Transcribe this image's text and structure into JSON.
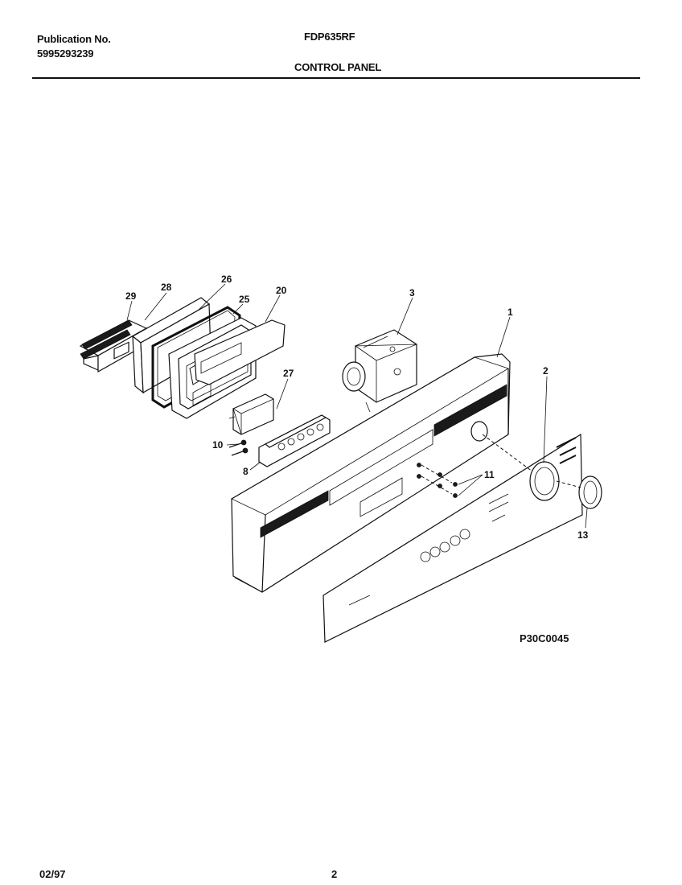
{
  "header": {
    "publication_label": "Publication No.",
    "publication_number": "5995293239",
    "model": "FDP635RF",
    "section_title": "CONTROL PANEL"
  },
  "diagram": {
    "drawing_code": "P30C0045",
    "callouts": [
      "29",
      "28",
      "26",
      "25",
      "20",
      "3",
      "1",
      "27",
      "2",
      "10",
      "8",
      "11",
      "13"
    ]
  },
  "footer": {
    "date": "02/97",
    "page": "2"
  }
}
